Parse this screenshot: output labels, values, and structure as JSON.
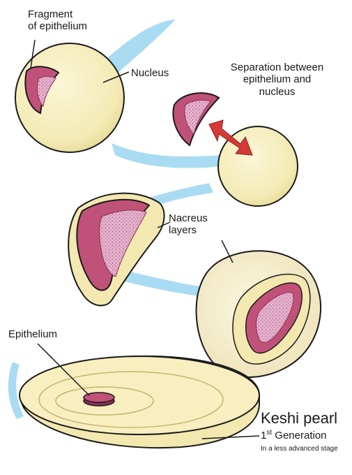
{
  "labels": {
    "fragment_line1": "Fragment",
    "fragment_line2": "of epithelium",
    "nucleus": "Nucleus",
    "separation_line1": "Separation between",
    "separation_line2": "epithelium and",
    "separation_line3": "nucleus",
    "nacreus_line1": "Nacreus",
    "nacreus_line2": "layers",
    "epithelium": "Epithelium",
    "keshi_title": "Keshi pearl",
    "keshi_gen_number": "1",
    "keshi_gen_suffix": "st",
    "keshi_gen_word": " Generation",
    "keshi_stage": "In a less advanced stage"
  },
  "colors": {
    "cream_fill": "#f6efbf",
    "cream_shadow": "#e4d48c",
    "outline": "#1a1a1a",
    "tissue_pink": "#c0527a",
    "tissue_dark": "#8c2e55",
    "tissue_inner": "#e4b2cc",
    "connector_blue": "#a9dcf2",
    "arrow_red": "#d43a36"
  }
}
